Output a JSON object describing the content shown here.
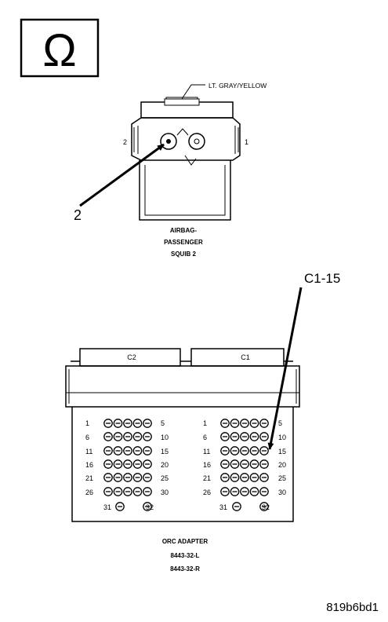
{
  "meter_icon": "ohmmeter-omega-icon",
  "meter_symbol": "Ω",
  "squib_connector": {
    "wire_color_label": "LT. GRAY/YELLOW",
    "pin_left": "2",
    "pin_right": "1",
    "callout": "2",
    "name_lines": [
      "AIRBAG-",
      "PASSENGER",
      "SQUIB 2"
    ]
  },
  "orc_adapter": {
    "callout": "C1-15",
    "left_connector_label": "C2",
    "right_connector_label": "C1",
    "row_labels_left": [
      "1",
      "6",
      "11",
      "16",
      "21",
      "26"
    ],
    "row_labels_right": [
      "5",
      "10",
      "15",
      "20",
      "25",
      "30"
    ],
    "bottom_left_pin": "31",
    "bottom_right_pin": "32",
    "name_lines": [
      "ORC ADAPTER",
      "8443-32-L",
      "8443-32-R"
    ]
  },
  "figure_id": "819b6bd1"
}
